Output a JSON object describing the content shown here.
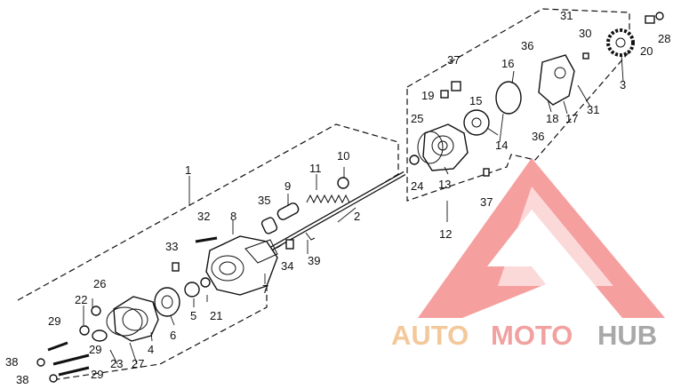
{
  "diagram": {
    "part_labels": {
      "p1": "1",
      "p2": "2",
      "p3": "3",
      "p4": "4",
      "p5": "5",
      "p6": "6",
      "p7": "7",
      "p8": "8",
      "p9": "9",
      "p10": "10",
      "p11": "11",
      "p12": "12",
      "p13": "13",
      "p14": "14",
      "p15": "15",
      "p16": "16",
      "p17": "17",
      "p18": "18",
      "p19": "19",
      "p20": "20",
      "p21": "21",
      "p22": "22",
      "p23": "23",
      "p24": "24",
      "p25": "25",
      "p26": "26",
      "p27": "27",
      "p28": "28",
      "p29a": "29",
      "p29b": "29",
      "p29c": "29",
      "p30": "30",
      "p31a": "31",
      "p31b": "31",
      "p32": "32",
      "p33": "33",
      "p34": "34",
      "p35": "35",
      "p36a": "36",
      "p36b": "36",
      "p37a": "37",
      "p37b": "37",
      "p38a": "38",
      "p38b": "38",
      "p39": "39"
    }
  },
  "watermark": {
    "word_auto": "AUTO",
    "word_moto": "MOTO",
    "word_hub": "HUB",
    "colors": {
      "auto": "#f3c89a",
      "moto": "#f2a1a1",
      "hub": "#a8a8a8",
      "logo": "#f06a6a"
    }
  }
}
